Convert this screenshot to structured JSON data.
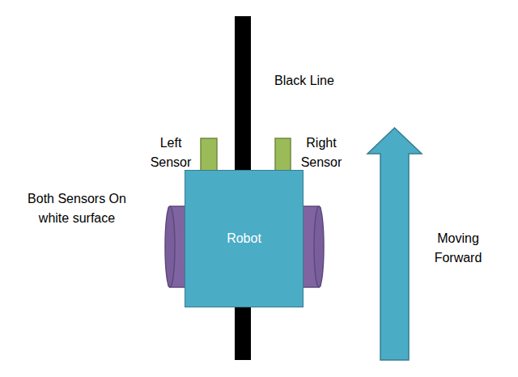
{
  "diagram": {
    "nodes": [
      {
        "text": [
          "Robot"
        ]
      }
    ],
    "labels": [
      "Black Line",
      "Left Sensor",
      "Right Sensor",
      "Both Sensors On white surface",
      "Moving Forward"
    ]
  }
}
